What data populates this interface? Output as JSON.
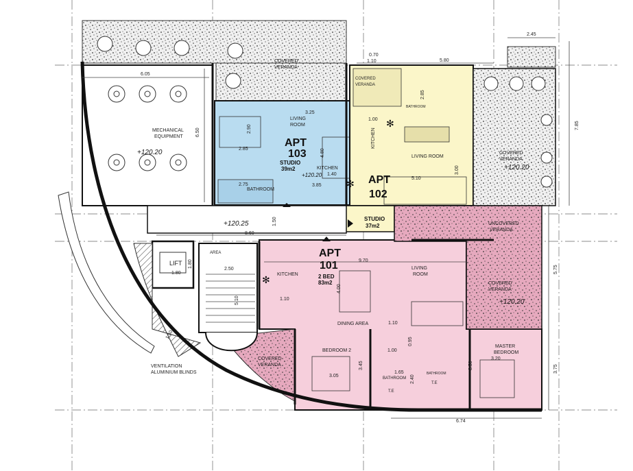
{
  "colors": {
    "apt103": "#b9dcf0",
    "apt102": "#fbf6c9",
    "apt101": "#f6cfdc",
    "terrace": "#e8e8e8",
    "wall": "#111111"
  },
  "apartments": {
    "apt103": {
      "name": "APT 103",
      "name_l1": "APT",
      "name_l2": "103",
      "type": "STUDIO",
      "area": "39m2"
    },
    "apt102": {
      "name": "APT 102",
      "name_l1": "APT",
      "name_l2": "102",
      "type": "STUDIO",
      "area": "37m2"
    },
    "apt101": {
      "name": "APT 101",
      "name_l1": "APT",
      "name_l2": "101",
      "type": "2 BED",
      "area": "83m2"
    }
  },
  "rooms": {
    "mech_l1": "MECHANICAL",
    "mech_l2": "EQUIPMENT",
    "living_room_l1": "LIVING",
    "living_room_l2": "ROOM",
    "living_room_102": "LIVING ROOM",
    "kitchen": "KITCHEN",
    "bathroom": "BATHROOM",
    "lift": "LIFT",
    "dining_area": "DINING AREA",
    "bedroom2": "BEDROOM 2",
    "master_l1": "MASTER",
    "master_l2": "BEDROOM",
    "living_101_l1": "LIVING",
    "living_101_l2": "ROOM",
    "covered_l1": "COVERED",
    "covered_l2": "VERANDA",
    "uncovered_l1": "UNCOVERED",
    "uncovered_l2": "VERANDA",
    "area_label": "AREA",
    "vent_l1": "VENTILATION",
    "vent_l2": "ALUMINIUM BLINDS",
    "te": "T.E"
  },
  "levels": {
    "l1": "+120.20",
    "l2": "+120.25",
    "l3": "+120.20",
    "l4": "+120.20",
    "l5": "+120.20"
  },
  "dimensions": {
    "d605": "6.05",
    "d650": "6.50",
    "d290": "2.90",
    "d325": "3.25",
    "d285": "2.85",
    "d480": "4.80",
    "d140": "1.40",
    "d385": "3.85",
    "d275": "2.75",
    "d860": "8.60",
    "d150": "1.50",
    "d070": "0.70",
    "d110": "1.10",
    "d580": "5.80",
    "d245": "2.45",
    "d785": "7.85",
    "d285b": "2.85",
    "d100": "1.00",
    "d510": "5.10",
    "d300": "3.00",
    "d970": "9.70",
    "d575": "5.75",
    "d180a": "1.80",
    "d180b": "1.80",
    "d250": "2.50",
    "d510b": "5.10",
    "d110b": "1.10",
    "d400": "4.00",
    "d110c": "1.10",
    "d095": "0.95",
    "d100b": "1.00",
    "d305": "3.05",
    "d345": "3.45",
    "d165": "1.65",
    "d240": "2.40",
    "d350": "3.50",
    "d320": "3.20",
    "d375": "3.75",
    "d674": "6.74",
    "d150b": "1.50"
  }
}
